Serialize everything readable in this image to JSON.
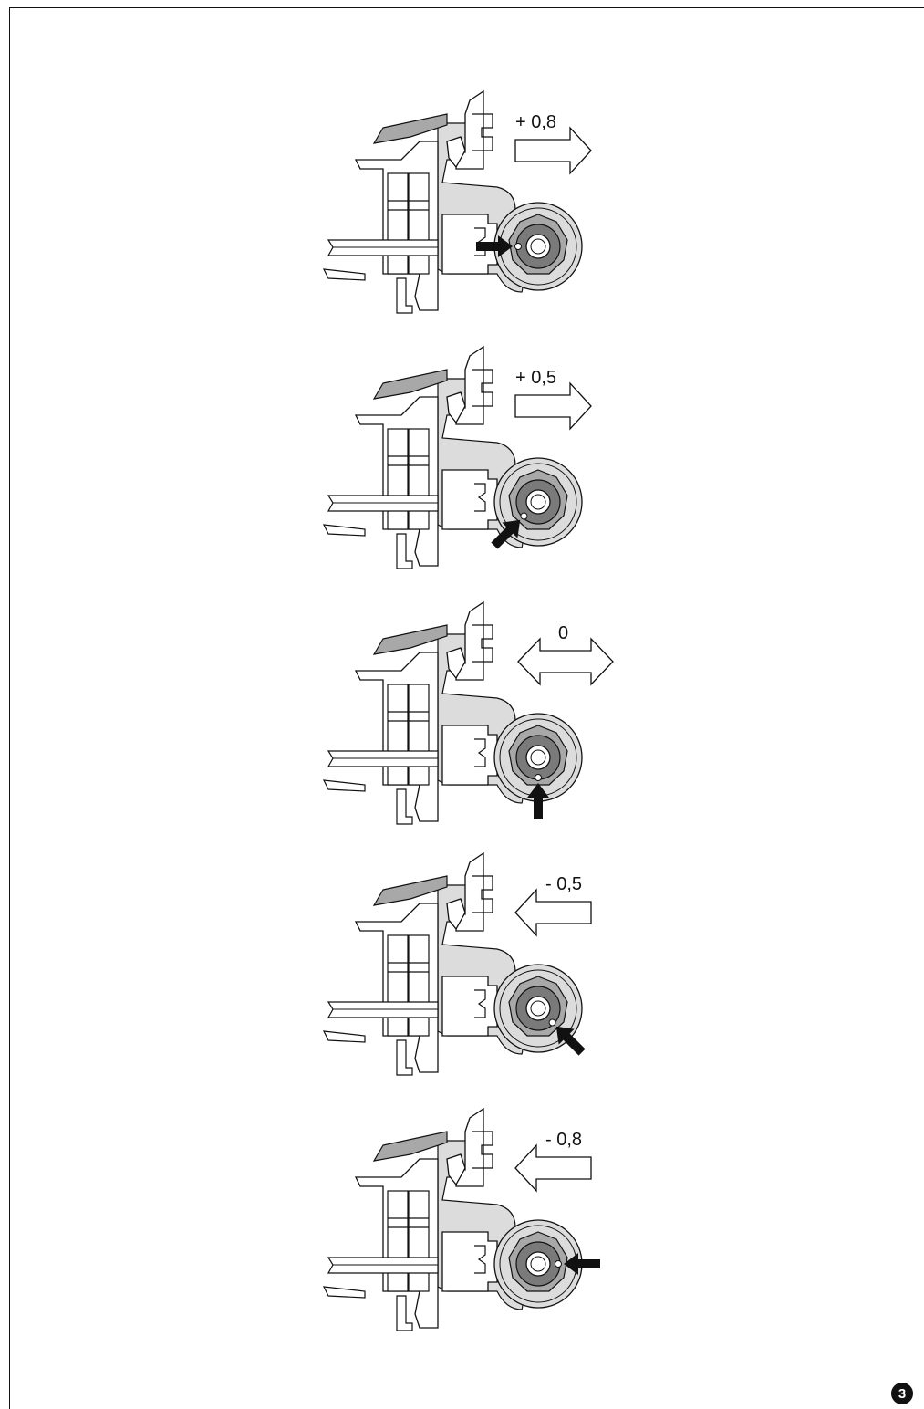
{
  "figure": {
    "page_number": "3",
    "panels": [
      {
        "label": "+ 0,8",
        "direction": "right",
        "dial_pointer": "left"
      },
      {
        "label": "+ 0,5",
        "direction": "right",
        "dial_pointer": "lower-left"
      },
      {
        "label": "0",
        "direction": "both",
        "dial_pointer": "bottom"
      },
      {
        "label": "- 0,5",
        "direction": "left",
        "dial_pointer": "lower-right"
      },
      {
        "label": "- 0,8",
        "direction": "left",
        "dial_pointer": "right"
      }
    ]
  },
  "colors": {
    "line": "#111111",
    "fill_light": "#dcdcdc",
    "fill_mid": "#a8a8a8",
    "fill_dark": "#7a7a7a"
  }
}
